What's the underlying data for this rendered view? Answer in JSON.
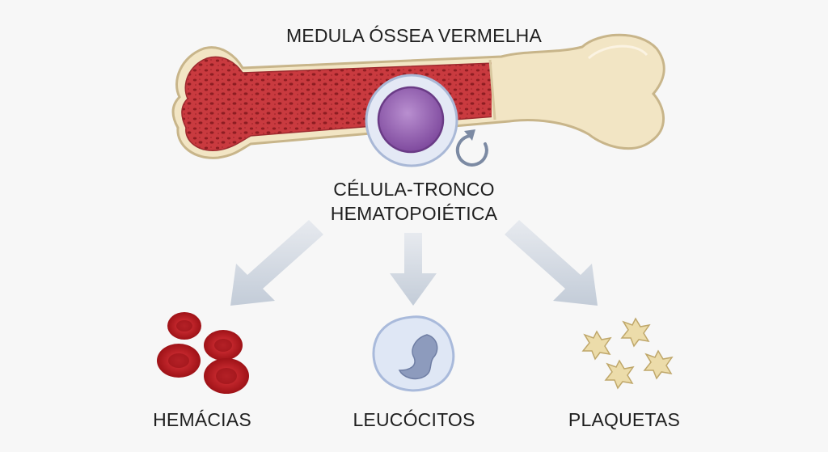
{
  "title": "MEDULA ÓSSEA VERMELHA",
  "stem_cell": {
    "line1": "CÉLULA-TRONCO",
    "line2": "HEMATOPOIÉTICA"
  },
  "outputs": {
    "rbc": "HEMÁCIAS",
    "wbc": "LEUCÓCITOS",
    "platelets": "PLAQUETAS"
  },
  "colors": {
    "marrow": "#c93a3f",
    "bone": "#f2e5c4",
    "stem_nucleus": "#9a5fb5",
    "rbc": "#c51d24",
    "wbc": "#cfdcf0",
    "platelet": "#ecdcaa",
    "arrow": "#c6ced9"
  },
  "icons": {
    "self_renewal": "circular-arrow-icon"
  }
}
